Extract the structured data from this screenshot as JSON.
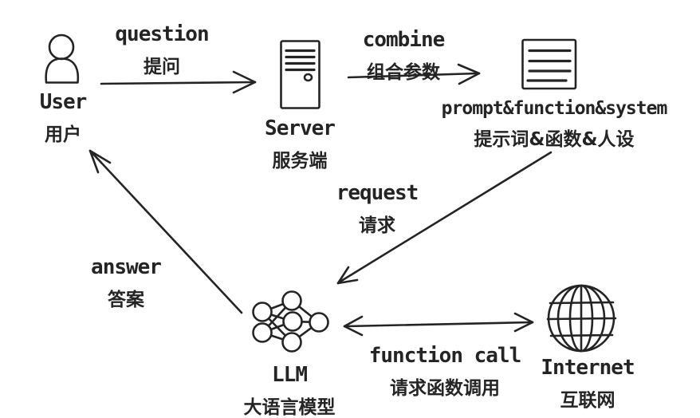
{
  "colors": {
    "ink": "#242424",
    "background": "#ffffff"
  },
  "nodes": {
    "user": {
      "en": "User",
      "zh": "用户"
    },
    "server": {
      "en": "Server",
      "zh": "服务端"
    },
    "prompt": {
      "en": "prompt&function&system",
      "zh": "提示词&函数&人设"
    },
    "llm": {
      "en": "LLM",
      "zh": "大语言模型"
    },
    "internet": {
      "en": "Internet",
      "zh": "互联网"
    }
  },
  "edges": {
    "question": {
      "en": "question",
      "zh": "提问",
      "from": "User",
      "to": "Server",
      "direction": "one-way"
    },
    "combine": {
      "en": "combine",
      "zh": "组合参数",
      "from": "Server",
      "to": "prompt",
      "direction": "one-way"
    },
    "request": {
      "en": "request",
      "zh": "请求",
      "from": "prompt",
      "to": "LLM",
      "direction": "one-way"
    },
    "function_call": {
      "en": "function call",
      "zh": "请求函数调用",
      "from": "LLM",
      "to": "Internet",
      "direction": "two-way"
    },
    "answer": {
      "en": "answer",
      "zh": "答案",
      "from": "LLM",
      "to": "User",
      "direction": "one-way"
    }
  },
  "icons": {
    "user": "person-icon",
    "server": "server-tower-icon",
    "prompt": "document-icon",
    "llm": "neural-network-icon",
    "internet": "globe-icon"
  }
}
